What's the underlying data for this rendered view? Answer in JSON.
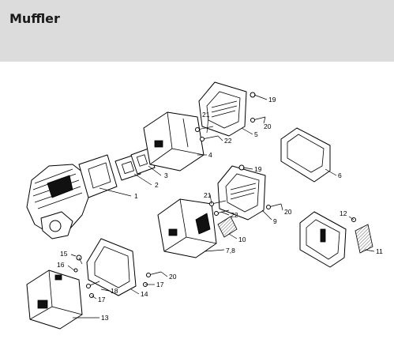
{
  "header": {
    "title": "Muffler"
  },
  "labels": {
    "l1": "1",
    "l2": "2",
    "l3": "3",
    "l4": "4",
    "l5": "5",
    "l6": "6",
    "l78": "7,8",
    "l9": "9",
    "l10": "10",
    "l11": "11",
    "l12": "12",
    "l13": "13",
    "l14": "14",
    "l15": "15",
    "l16": "16",
    "l17a": "17",
    "l17b": "17",
    "l18": "18",
    "l19a": "19",
    "l19b": "19",
    "l20a": "20",
    "l20b": "20",
    "l20c": "20",
    "l21a": "21",
    "l21b": "21",
    "l22a": "22",
    "l22b": "22"
  }
}
